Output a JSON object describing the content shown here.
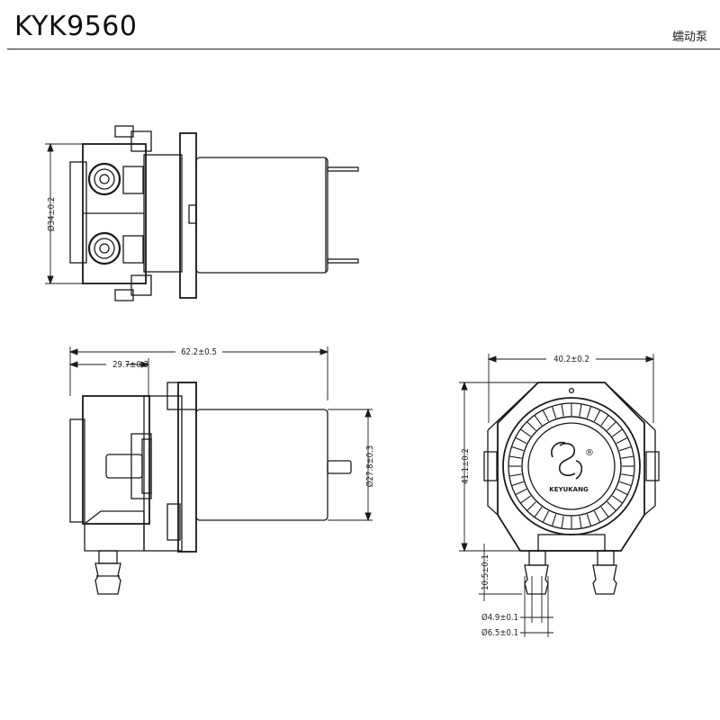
{
  "header": {
    "model": "KYK9560",
    "subtitle": "蠕动泵"
  },
  "logo": {
    "brand_text": "KEYUKANG",
    "registered_mark": "®"
  },
  "dimensions": {
    "top_view": {
      "diameter": "Ø34±0.2"
    },
    "side_view": {
      "total_length": "62.2±0.5",
      "head_length": "29.7±0.3",
      "motor_diameter": "Ø27.8±0.3"
    },
    "front_view": {
      "width": "40.2±0.2",
      "height": "41.1±0.2",
      "tube_length": "10.5±0.1",
      "inner_diameter": "Ø4.9±0.1",
      "outer_diameter": "Ø6.5±0.1"
    }
  }
}
